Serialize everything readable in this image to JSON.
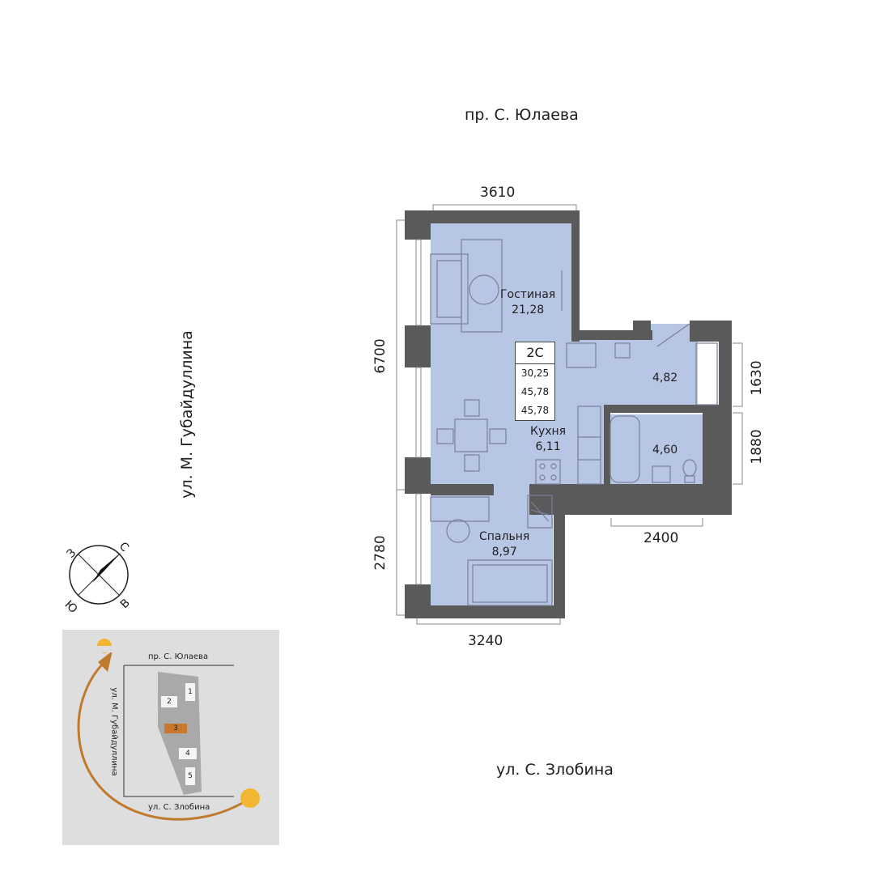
{
  "streets": {
    "top": "пр. С. Юлаева",
    "bottom": "ул. С. Злобина",
    "left": "ул. М. Губайдуллина"
  },
  "dimensions": {
    "top_width": "3610",
    "left_height": "6700",
    "left_bottom": "2780",
    "bottom_width": "3240",
    "right_top": "1630",
    "right_bottom": "1880",
    "right_width": "2400"
  },
  "apartment": {
    "type": "2С",
    "living_area": "30,25",
    "total_area": "45,78",
    "total_area_2": "45,78"
  },
  "rooms": {
    "living": {
      "name": "Гостиная",
      "area": "21,28"
    },
    "kitchen": {
      "name": "Кухня",
      "area": "6,11"
    },
    "bedroom": {
      "name": "Спальня",
      "area": "8,97"
    },
    "bathroom": {
      "area": "4,82"
    },
    "toilet": {
      "area": "4,60"
    }
  },
  "compass": {
    "n": "С",
    "w": "З",
    "s": "Ю",
    "e": "В"
  },
  "minimap": {
    "top_street": "пр. С. Юлаева",
    "bottom_street": "ул. С. Злобина",
    "left_street": "ул. М. Губайдуллина",
    "buildings": [
      "1",
      "2",
      "3",
      "4",
      "5"
    ]
  },
  "colors": {
    "wall": "#5a5a5a",
    "floor": "#b8c6e6",
    "highlight": "#c9772a",
    "arrow": "#c07a2e"
  }
}
